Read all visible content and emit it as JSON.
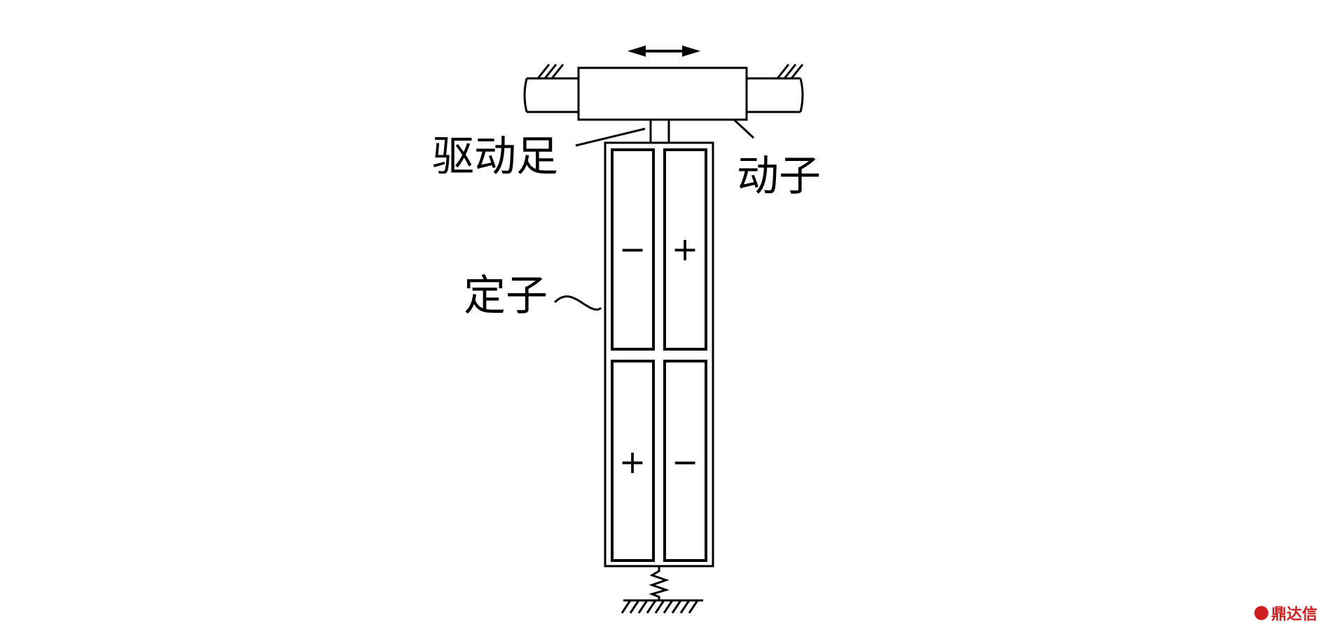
{
  "labels": {
    "drive_foot": "驱动足",
    "mover": "动子",
    "stator": "定子"
  },
  "piezo_signs": {
    "top_left": "−",
    "top_right": "+",
    "bottom_left": "+",
    "bottom_right": "−"
  },
  "watermark": "鼎达信",
  "colors": {
    "line": "#000000",
    "watermark": "#d01d1d"
  }
}
